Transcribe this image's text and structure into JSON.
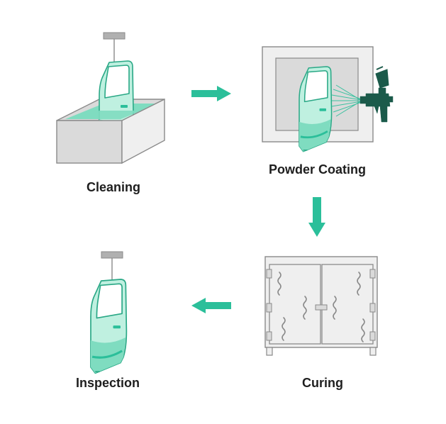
{
  "steps": [
    {
      "id": "cleaning",
      "label": "Cleaning"
    },
    {
      "id": "powder_coating",
      "label": "Powder Coating"
    },
    {
      "id": "curing",
      "label": "Curing"
    },
    {
      "id": "inspection",
      "label": "Inspection"
    }
  ],
  "colors": {
    "teal": "#2bbf9a",
    "teal_light": "#bff0e0",
    "teal_mid": "#7fdcc0",
    "dark_green": "#1b5a4a",
    "gray_outline": "#8a8a8a",
    "gray_fill": "#dadada",
    "gray_light": "#efefef"
  }
}
